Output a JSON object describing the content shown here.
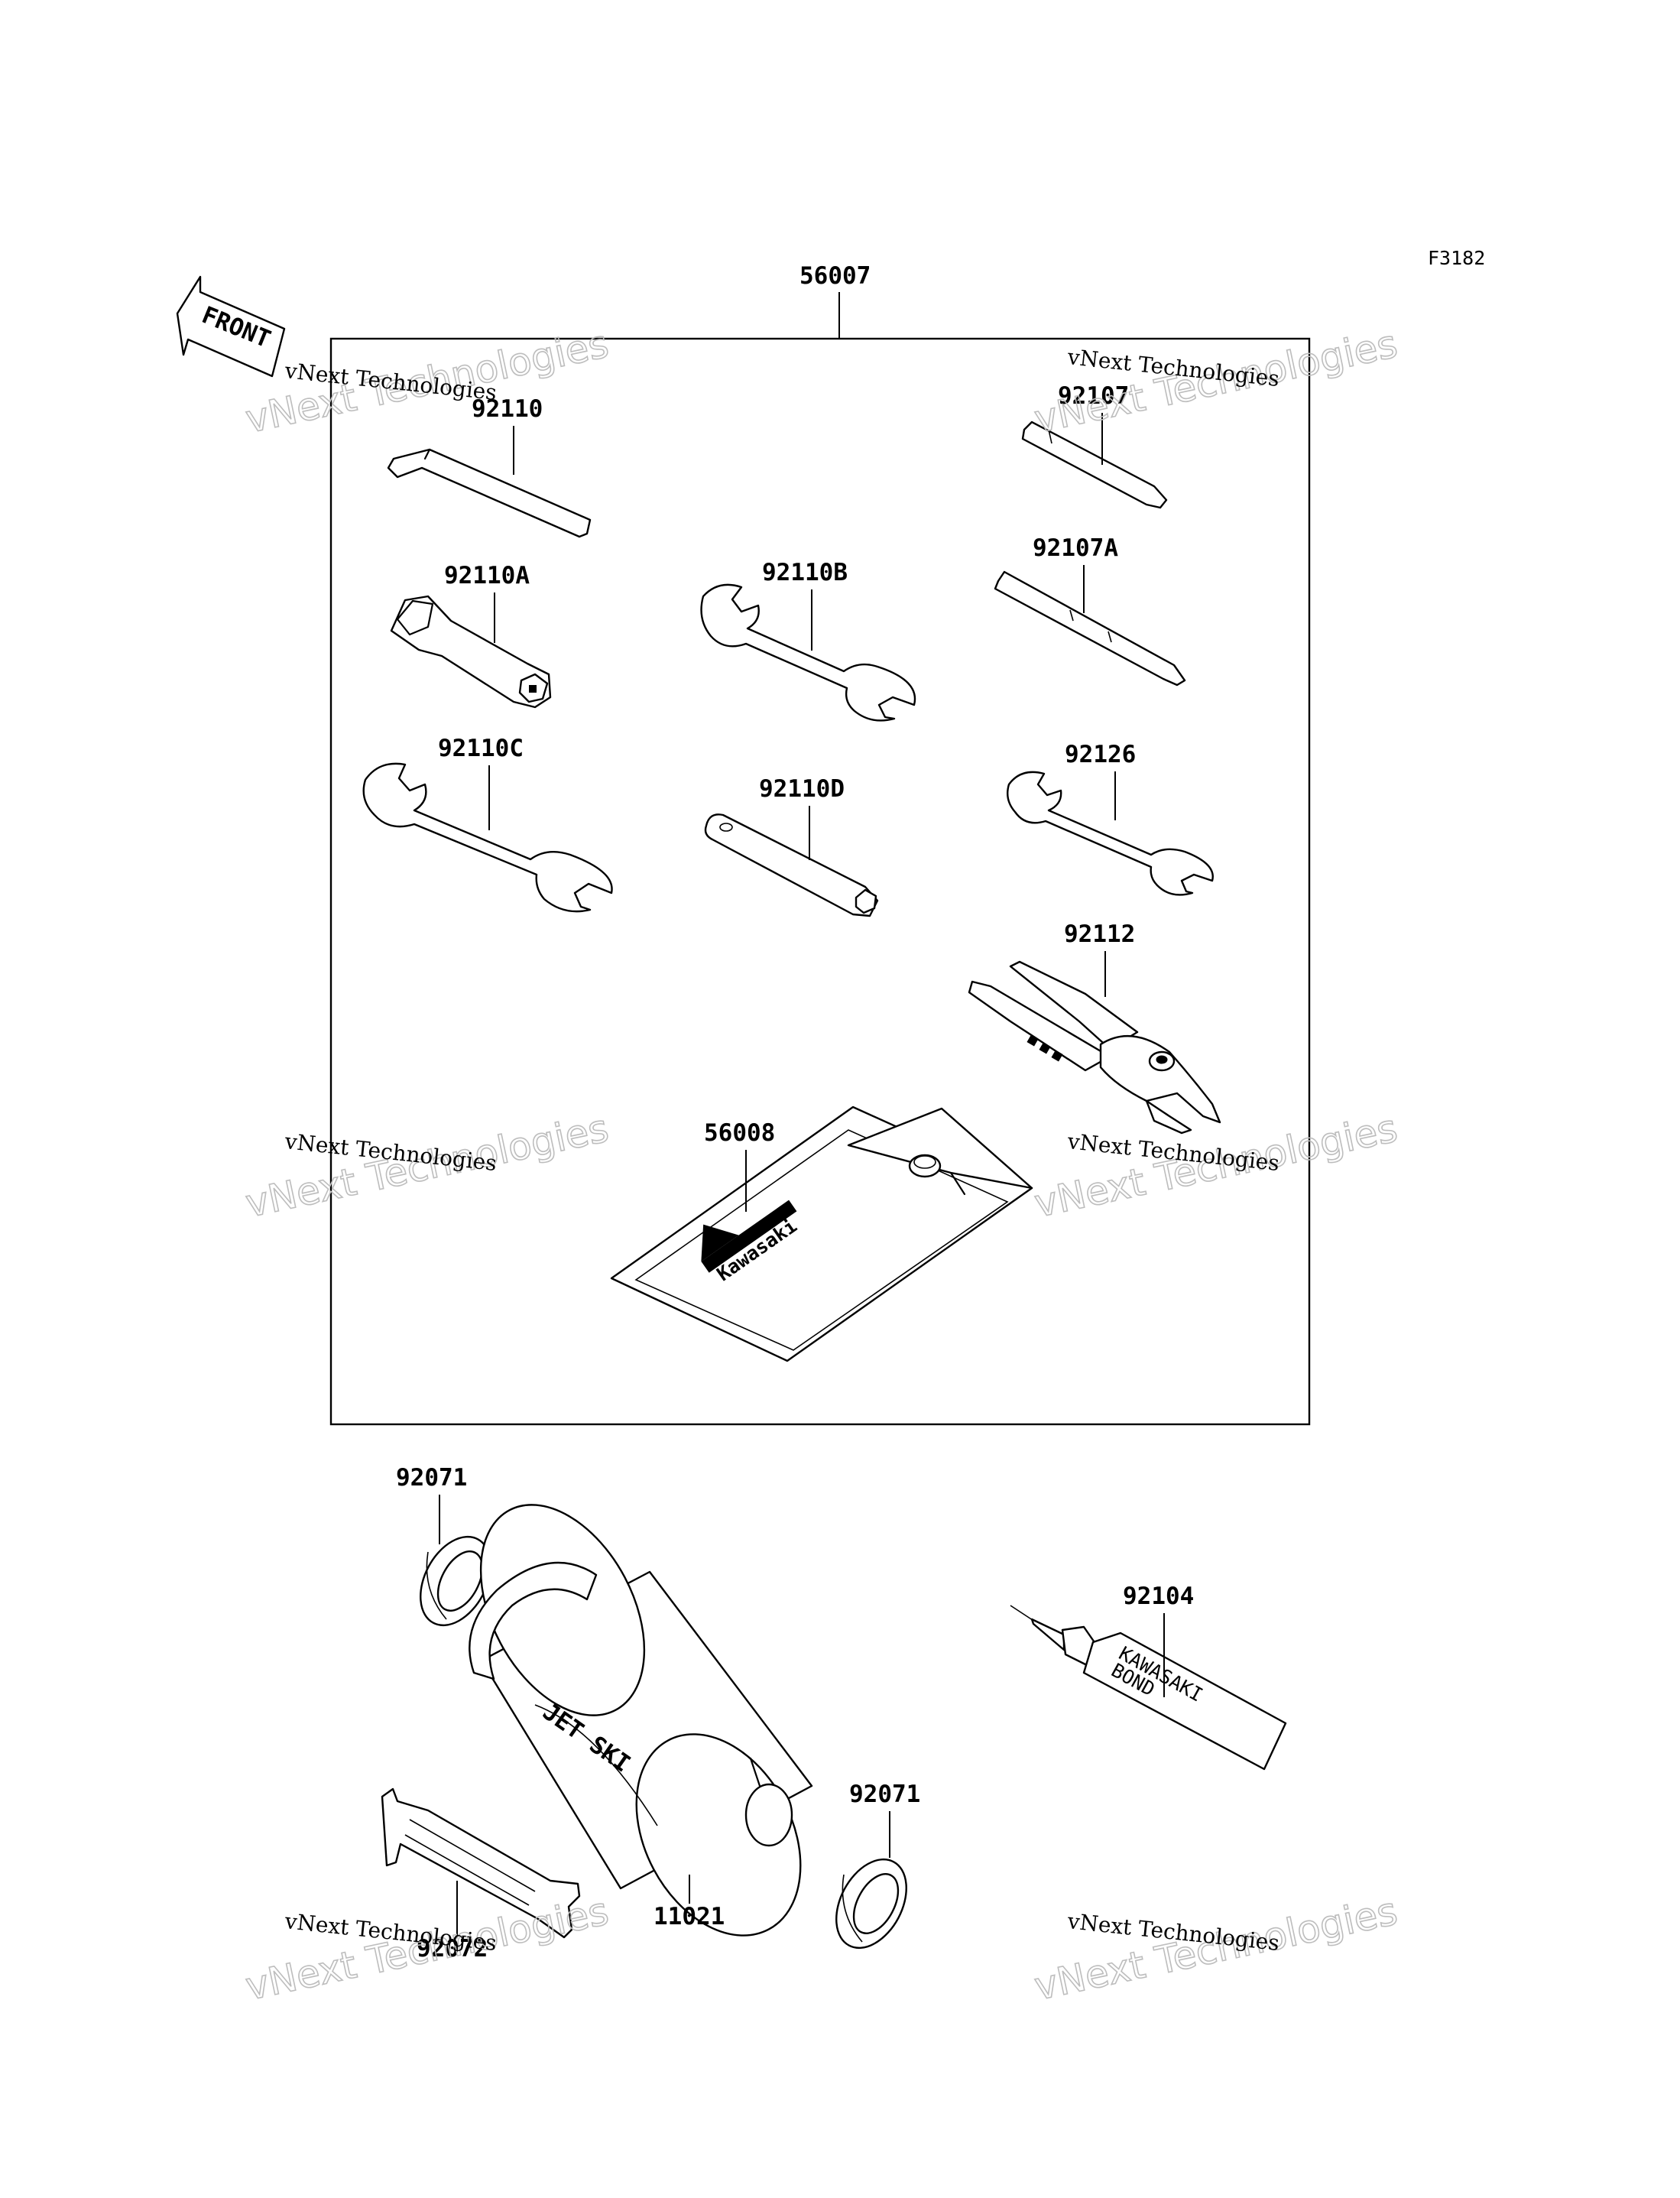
{
  "figure_code": "F3182",
  "front_arrow_text": "FRONT",
  "watermarks": [
    {
      "small": "vNext Technologies",
      "big": "vNext Technologies"
    },
    {
      "small": "vNext Technologies",
      "big": "vNext Technologies"
    },
    {
      "small": "vNext Technologies",
      "big": "vNext Technologies"
    },
    {
      "small": "vNext Technologies",
      "big": "vNext Technologies"
    },
    {
      "small": "vNext Technologies",
      "big": "vNext Technologies"
    },
    {
      "small": "vNext Technologies",
      "big": "vNext Technologies"
    }
  ],
  "parts": {
    "kit": "56007",
    "hex_key": "92110",
    "box_wrench": "92110A",
    "wrench_b": "92110B",
    "wrench_c": "92110C",
    "socket_bar": "92110D",
    "bit_1": "92107",
    "bit_2": "92107A",
    "wrench_small": "92126",
    "pliers": "92112",
    "tool_bag": "56008",
    "washer_top": "92071",
    "washer_bottom": "92071",
    "holder": "92072",
    "canister": "11021",
    "bond_tube": "92104"
  },
  "printed_text": {
    "bag_brand": "Kawasaki",
    "canister_brand": "JET SKI",
    "tube_line1": "KAWASAKI",
    "tube_line2": "BOND"
  }
}
